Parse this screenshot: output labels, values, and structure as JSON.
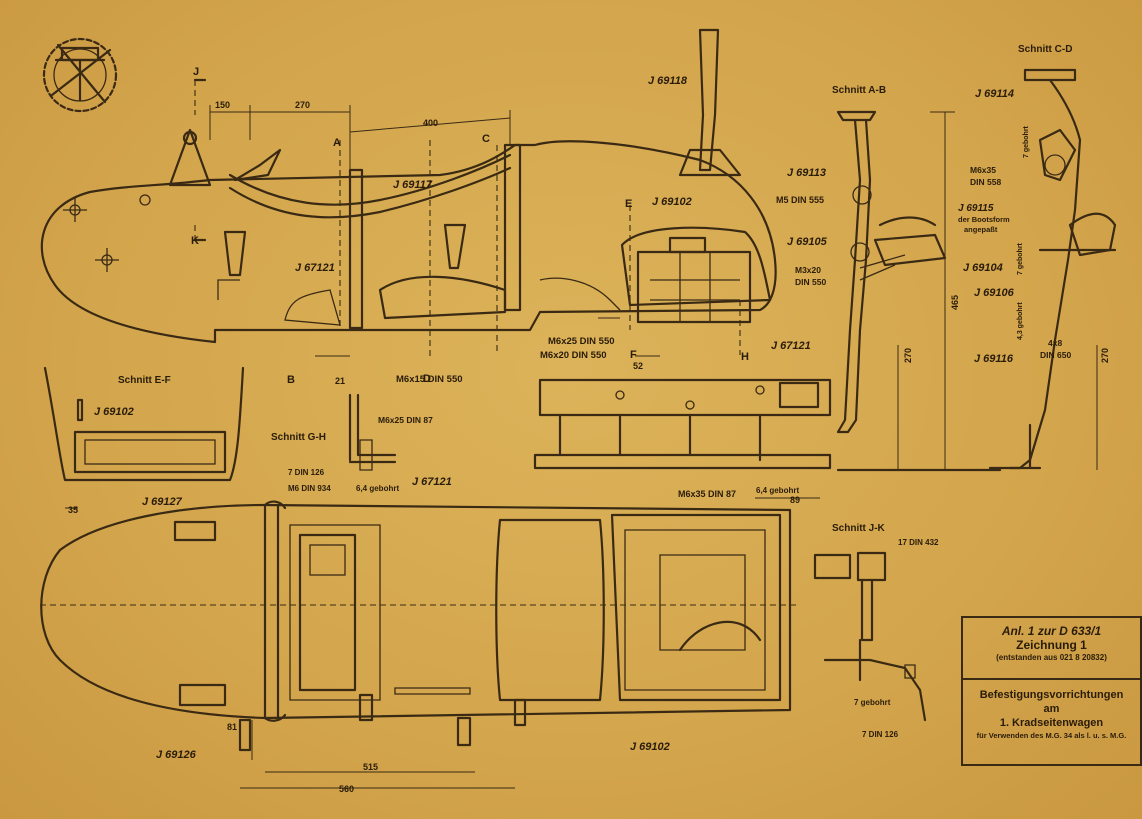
{
  "title_block": {
    "line1": "Anl. 1 zur D 633/1",
    "line2": "Zeichnung 1",
    "line3": "(entstanden aus 021 8 20832)",
    "line4": "Befestigungsvorrichtungen",
    "line5": "am",
    "line6": "1. Kradseitenwagen",
    "line7": "für Verwenden des M.G. 34 als l. u. s. M.G."
  },
  "section_titles": {
    "ab": "Schnitt A-B",
    "cd": "Schnitt C-D",
    "ef": "Schnitt E-F",
    "gh": "Schnitt G-H",
    "jk": "Schnitt J-K"
  },
  "part_labels": {
    "j69118": "J 69118",
    "j69117": "J 69117",
    "j67121_side": "J 67121",
    "j69102_side": "J 69102",
    "j69113": "J 69113",
    "j69105": "J 69105",
    "j69104": "J 69104",
    "j69114": "J 69114",
    "j69115": "J 69115",
    "j69106": "J 69106",
    "j69116": "J 69116",
    "j67121_rail": "J 67121",
    "j69102_ef": "J 69102",
    "j69127": "J 69127",
    "j67121_top": "J 67121",
    "j69126": "J 69126",
    "j69102_top": "J 69102"
  },
  "fastener_labels": {
    "m6x15": "M6x15 DIN 550",
    "m6x25_550": "M6x25 DIN 550",
    "m6x20": "M6x20 DIN 550",
    "m5_555": "M5 DIN 555",
    "m3x20": "M3x20",
    "din550": "DIN 550",
    "m6x35_558": "M6x35",
    "din558": "DIN 558",
    "boots1": "der Bootsform",
    "boots2": "angepaßt",
    "m6x25_87": "M6x25 DIN 87",
    "din126": "7 DIN 126",
    "m6_934": "M6 DIN 934",
    "gebohrt_gh": "6,4 gebohrt",
    "m6x35_87": "M6x35 DIN 87",
    "gebohrt_rail": "6,4 gebohrt",
    "gebohrt_cd1": "7 gebohrt",
    "gebohrt_cd2": "7 gebohrt",
    "gebohrt_cd3": "4,3 gebohrt",
    "x4x8": "4x8",
    "din650": "DIN 650",
    "din432": "17 DIN 432",
    "gebohrt_jk": "7 gebohrt",
    "din126_jk": "7 DIN 126"
  },
  "dimensions": {
    "d150": "150",
    "d270_top": "270",
    "d400": "400",
    "d21": "21",
    "d52": "52",
    "d35": "35",
    "d89": "89",
    "d465": "465",
    "d270_ab": "270",
    "d270_cd": "270",
    "d81": "81",
    "d515": "515",
    "d560": "560"
  },
  "cut_letters": {
    "j": "J",
    "k": "K",
    "a": "A",
    "b": "B",
    "c": "C",
    "d": "D",
    "e": "E",
    "f": "F",
    "h": "H"
  },
  "colors": {
    "paper": "#d6a94e",
    "ink": "#3a2a14"
  }
}
